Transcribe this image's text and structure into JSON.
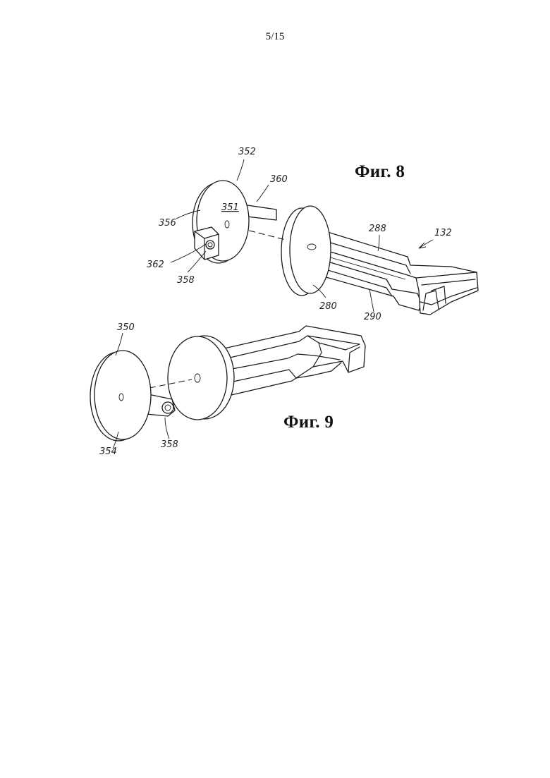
{
  "page": {
    "number": "5/15"
  },
  "figures": [
    {
      "title": "Фиг. 8",
      "labels": {
        "l352": "352",
        "l360": "360",
        "l351": "351",
        "l356": "356",
        "l362": "362",
        "l358": "358",
        "l288": "288",
        "l132": "132",
        "l280": "280",
        "l290": "290"
      }
    },
    {
      "title": "Фиг. 9",
      "labels": {
        "l350": "350",
        "l354": "354",
        "l358": "358"
      }
    }
  ]
}
